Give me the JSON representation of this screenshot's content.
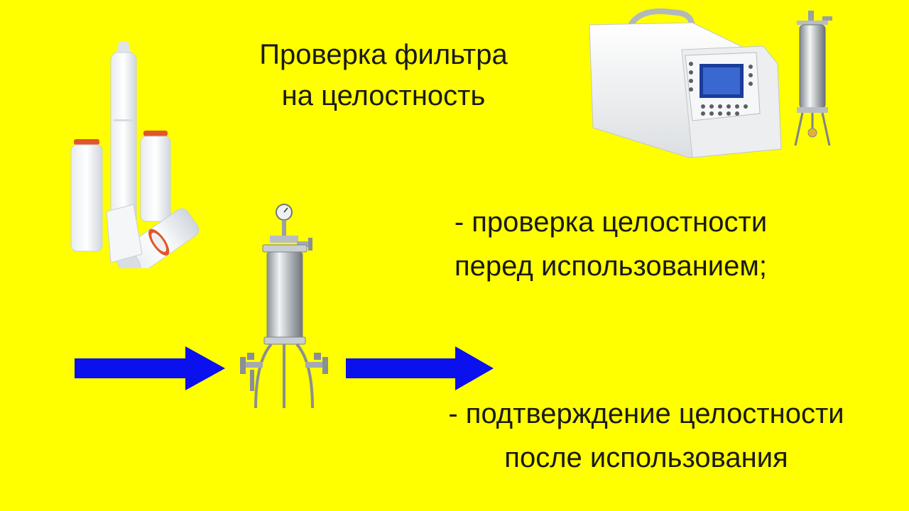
{
  "slide": {
    "background_color": "#FFFF00",
    "arrow_color": "#0A10EE",
    "title": {
      "line1": "Проверка фильтра",
      "line2": "на целостность"
    },
    "points": [
      {
        "line1": "- проверка целостности",
        "line2": "перед использованием;"
      },
      {
        "line1": "- подтверждение целостности",
        "line2": "после использования"
      }
    ],
    "images": [
      "filter-cartridges",
      "filter-housing",
      "integrity-tester",
      "small-filter-housing"
    ]
  }
}
